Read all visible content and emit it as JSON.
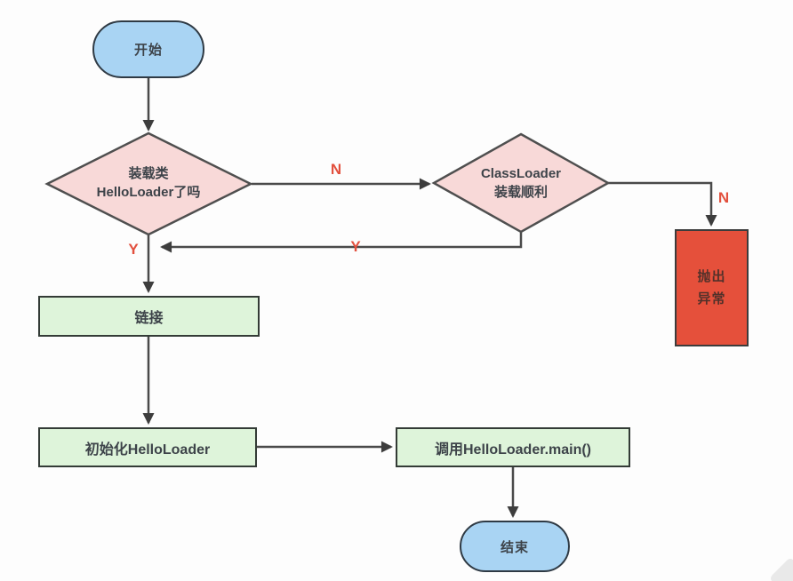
{
  "diagram": {
    "type": "flowchart",
    "nodes": {
      "start": {
        "label": "开始",
        "shape": "terminator"
      },
      "check_loaded": {
        "line1": "装载类",
        "line2": "HelloLoader了吗",
        "shape": "decision"
      },
      "classloader_ok": {
        "line1": "ClassLoader",
        "line2": "装载顺利",
        "shape": "decision"
      },
      "throw_exception": {
        "line1": "抛出",
        "line2": "异常",
        "shape": "process"
      },
      "link": {
        "label": "链接",
        "shape": "process"
      },
      "init": {
        "label": "初始化HelloLoader",
        "shape": "process"
      },
      "call_main": {
        "label": "调用HelloLoader.main()",
        "shape": "process"
      },
      "end": {
        "label": "结束",
        "shape": "terminator"
      }
    },
    "edge_labels": {
      "check_no": "N",
      "check_yes": "Y",
      "classloader_no": "N",
      "classloader_yes": "Y"
    },
    "colors": {
      "terminator_fill": "#a9d4f3",
      "terminator_border": "#2f3a44",
      "decision_fill": "#f8d9d8",
      "decision_border": "#4f4f4f",
      "process_fill": "#def4da",
      "process_border": "#333b36",
      "exception_fill": "#e5503b",
      "exception_border": "#3c3c3c",
      "connector": "#4a4a4a",
      "arrowhead": "#3d3d3d",
      "edge_label": "#e2503e",
      "node_text": "#3d4349"
    }
  }
}
